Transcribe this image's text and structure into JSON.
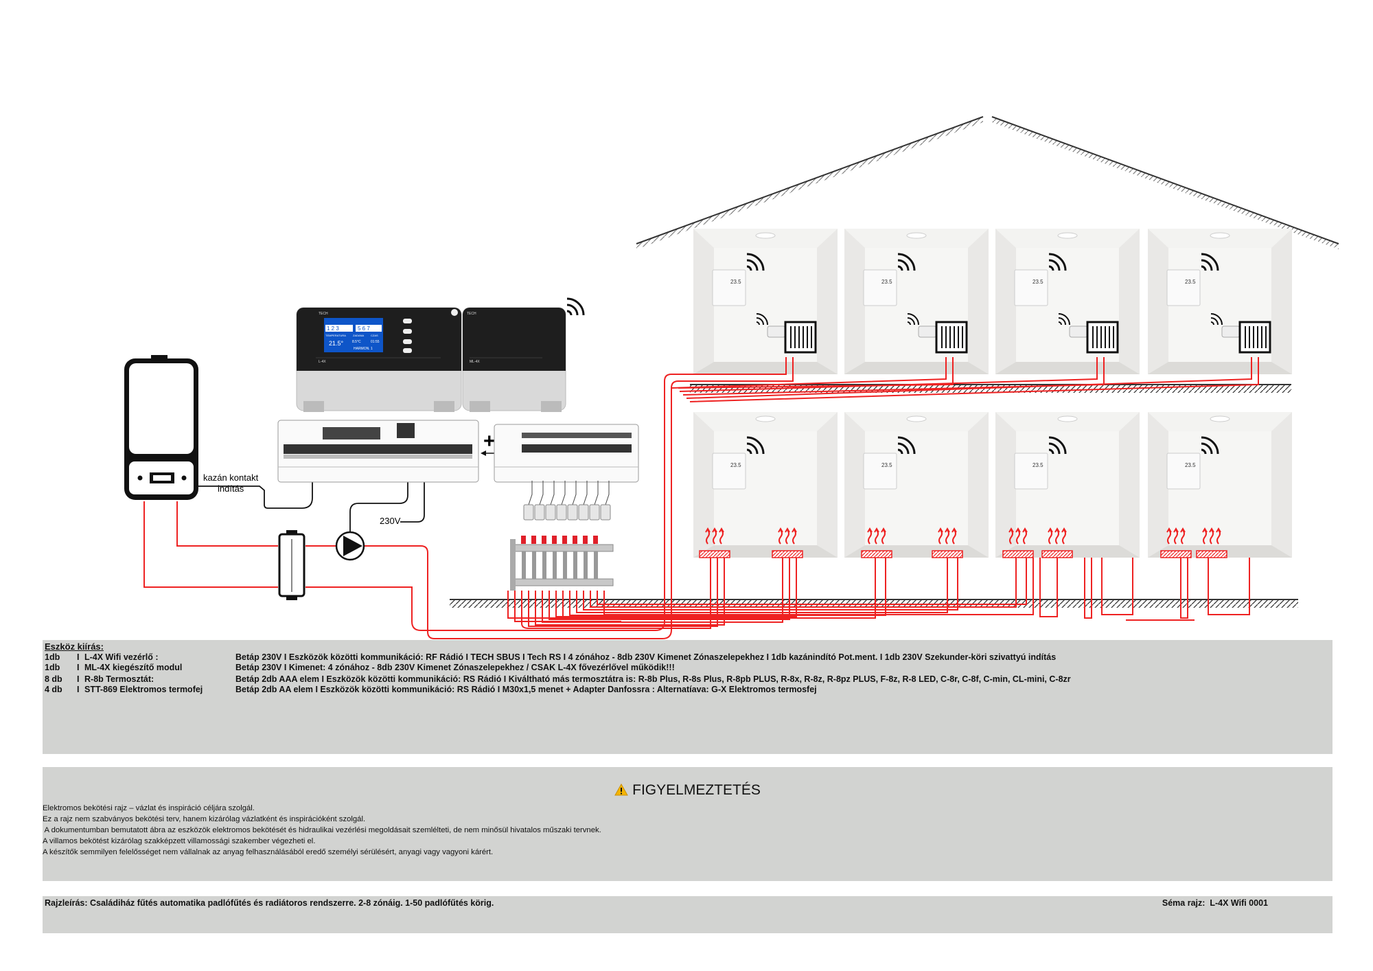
{
  "labels": {
    "boiler_contact_line1": "kazán kontakt",
    "boiler_contact_line2": "indítás",
    "voltage": "230V",
    "plus": "+",
    "controller_brand": "TECH",
    "controller_model": "L-4X",
    "module_model": "ML-4X",
    "thermostat_reading": "23.5"
  },
  "controller_screen": {
    "zones_left": "1 2 3",
    "zones_right": "5 6 7",
    "temp_header": "TEMPERATURA",
    "state_header": "ZADANA",
    "time_header": "CZAS",
    "temp_value": "21.5°",
    "set_value": "8.5°C",
    "time_value": "01:55",
    "mode": "HARMON. 1"
  },
  "equipment": {
    "title": "Eszköz kiírás:",
    "items": [
      {
        "qty": "1db",
        "sep": "I",
        "name": "L-4X Wifi vezérlő :",
        "desc": "Betáp 230V I Eszközök közötti kommunikáció: RF Rádió I  TECH SBUS I  Tech RS I 4 zónához - 8db 230V Kimenet Zónaszelepekhez I 1db kazánindító Pot.ment. I 1db 230V Szekunder-köri szivattyú indítás"
      },
      {
        "qty": "1db",
        "sep": "I",
        "name": "ML-4X kiegészítő modul",
        "desc": "Betáp 230V I Kimenet:  4 zónához - 8db 230V Kimenet Zónaszelepekhez / CSAK L-4X fővezérlővel működik!!!"
      },
      {
        "qty": "8 db",
        "sep": "I",
        "name": "R-8b Termosztát:",
        "desc": "Betáp  2db AAA elem I Eszközök közötti kommunikáció: RS Rádió I Kiváltható más termosztátra is: R-8b Plus, R-8s Plus, R-8pb PLUS, R-8x, R-8z, R-8pz PLUS, F-8z, R-8 LED, C-8r, C-8f, C-min, CL-mini, C-8zr"
      },
      {
        "qty": "4 db",
        "sep": "I",
        "name": "STT-869 Elektromos termofej",
        "desc": "Betáp 2db AA elem I Eszközök közötti kommunikáció: RS Rádió I M30x1,5 menet + Adapter Danfossra : Alternatíava: G-X Elektromos termosfej"
      }
    ]
  },
  "warning": {
    "title": "FIGYELMEZTETÉS",
    "icon": "warning-icon",
    "lines": [
      "Elektromos bekötési rajz – vázlat és inspiráció céljára szolgál.",
      "Ez a rajz nem szabványos bekötési terv, hanem kizárólag vázlatként és inspirációként szolgál.",
      " A dokumentumban bemutatott ábra az eszközök elektromos bekötését és hidraulikai vezérlési megoldásait szemlélteti, de nem minősül hivatalos műszaki tervnek.",
      "A villamos bekötést kizárólag szakképzett villamossági szakember végezheti el.",
      "A készítők semmilyen felelősséget nem vállalnak az anyag felhasználásából eredő személyi sérülésért, anyagi vagy vagyoni kárért."
    ]
  },
  "footer": {
    "description": "Rajzleírás: Családiház fűtés automatika padlófűtés és radiátoros rendszerre. 2-8 zónáig. 1-50 padlófűtés körig.",
    "schema": "Séma rajz:  L-4X Wifi 0001"
  },
  "colors": {
    "pipe": "#ee2222",
    "room_wall": "#e9e8e6",
    "room_inner": "#f6f6f4",
    "panel": "#d2d3d1",
    "screen": "#0e55c8",
    "device_body": "#1b1b1b"
  }
}
